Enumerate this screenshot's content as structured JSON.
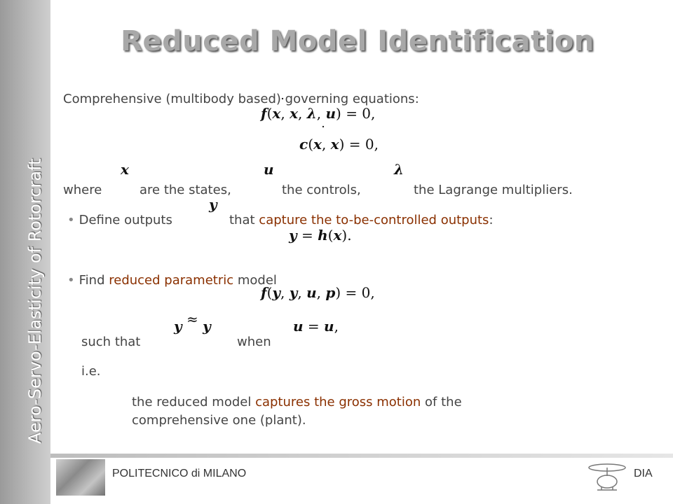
{
  "sidebar": {
    "text": "Aero-Servo-Elasticity of Rotorcraft"
  },
  "title": "Reduced Model Identification",
  "intro": "Comprehensive (multibody based) governing equations:",
  "where": {
    "word": "where",
    "states": "are the states,",
    "controls": "the controls,",
    "multipliers": "the Lagrange multipliers."
  },
  "bullet1": {
    "pre": "Define outputs",
    "mid": "that",
    "hl": "capture the to-be-controlled outputs",
    "post": ":"
  },
  "bullet2": {
    "pre": "Find",
    "hl": "reduced parametric",
    "post": "model"
  },
  "such": {
    "pre": "such that",
    "when": "when"
  },
  "ie": "i.e.",
  "conclusion": {
    "pre": "the reduced model",
    "hl": "captures the gross motion",
    "post": "of the",
    "line2": "comprehensive one (plant)."
  },
  "footer": {
    "left": "POLITECNICO di MILANO",
    "right": "DIA"
  }
}
